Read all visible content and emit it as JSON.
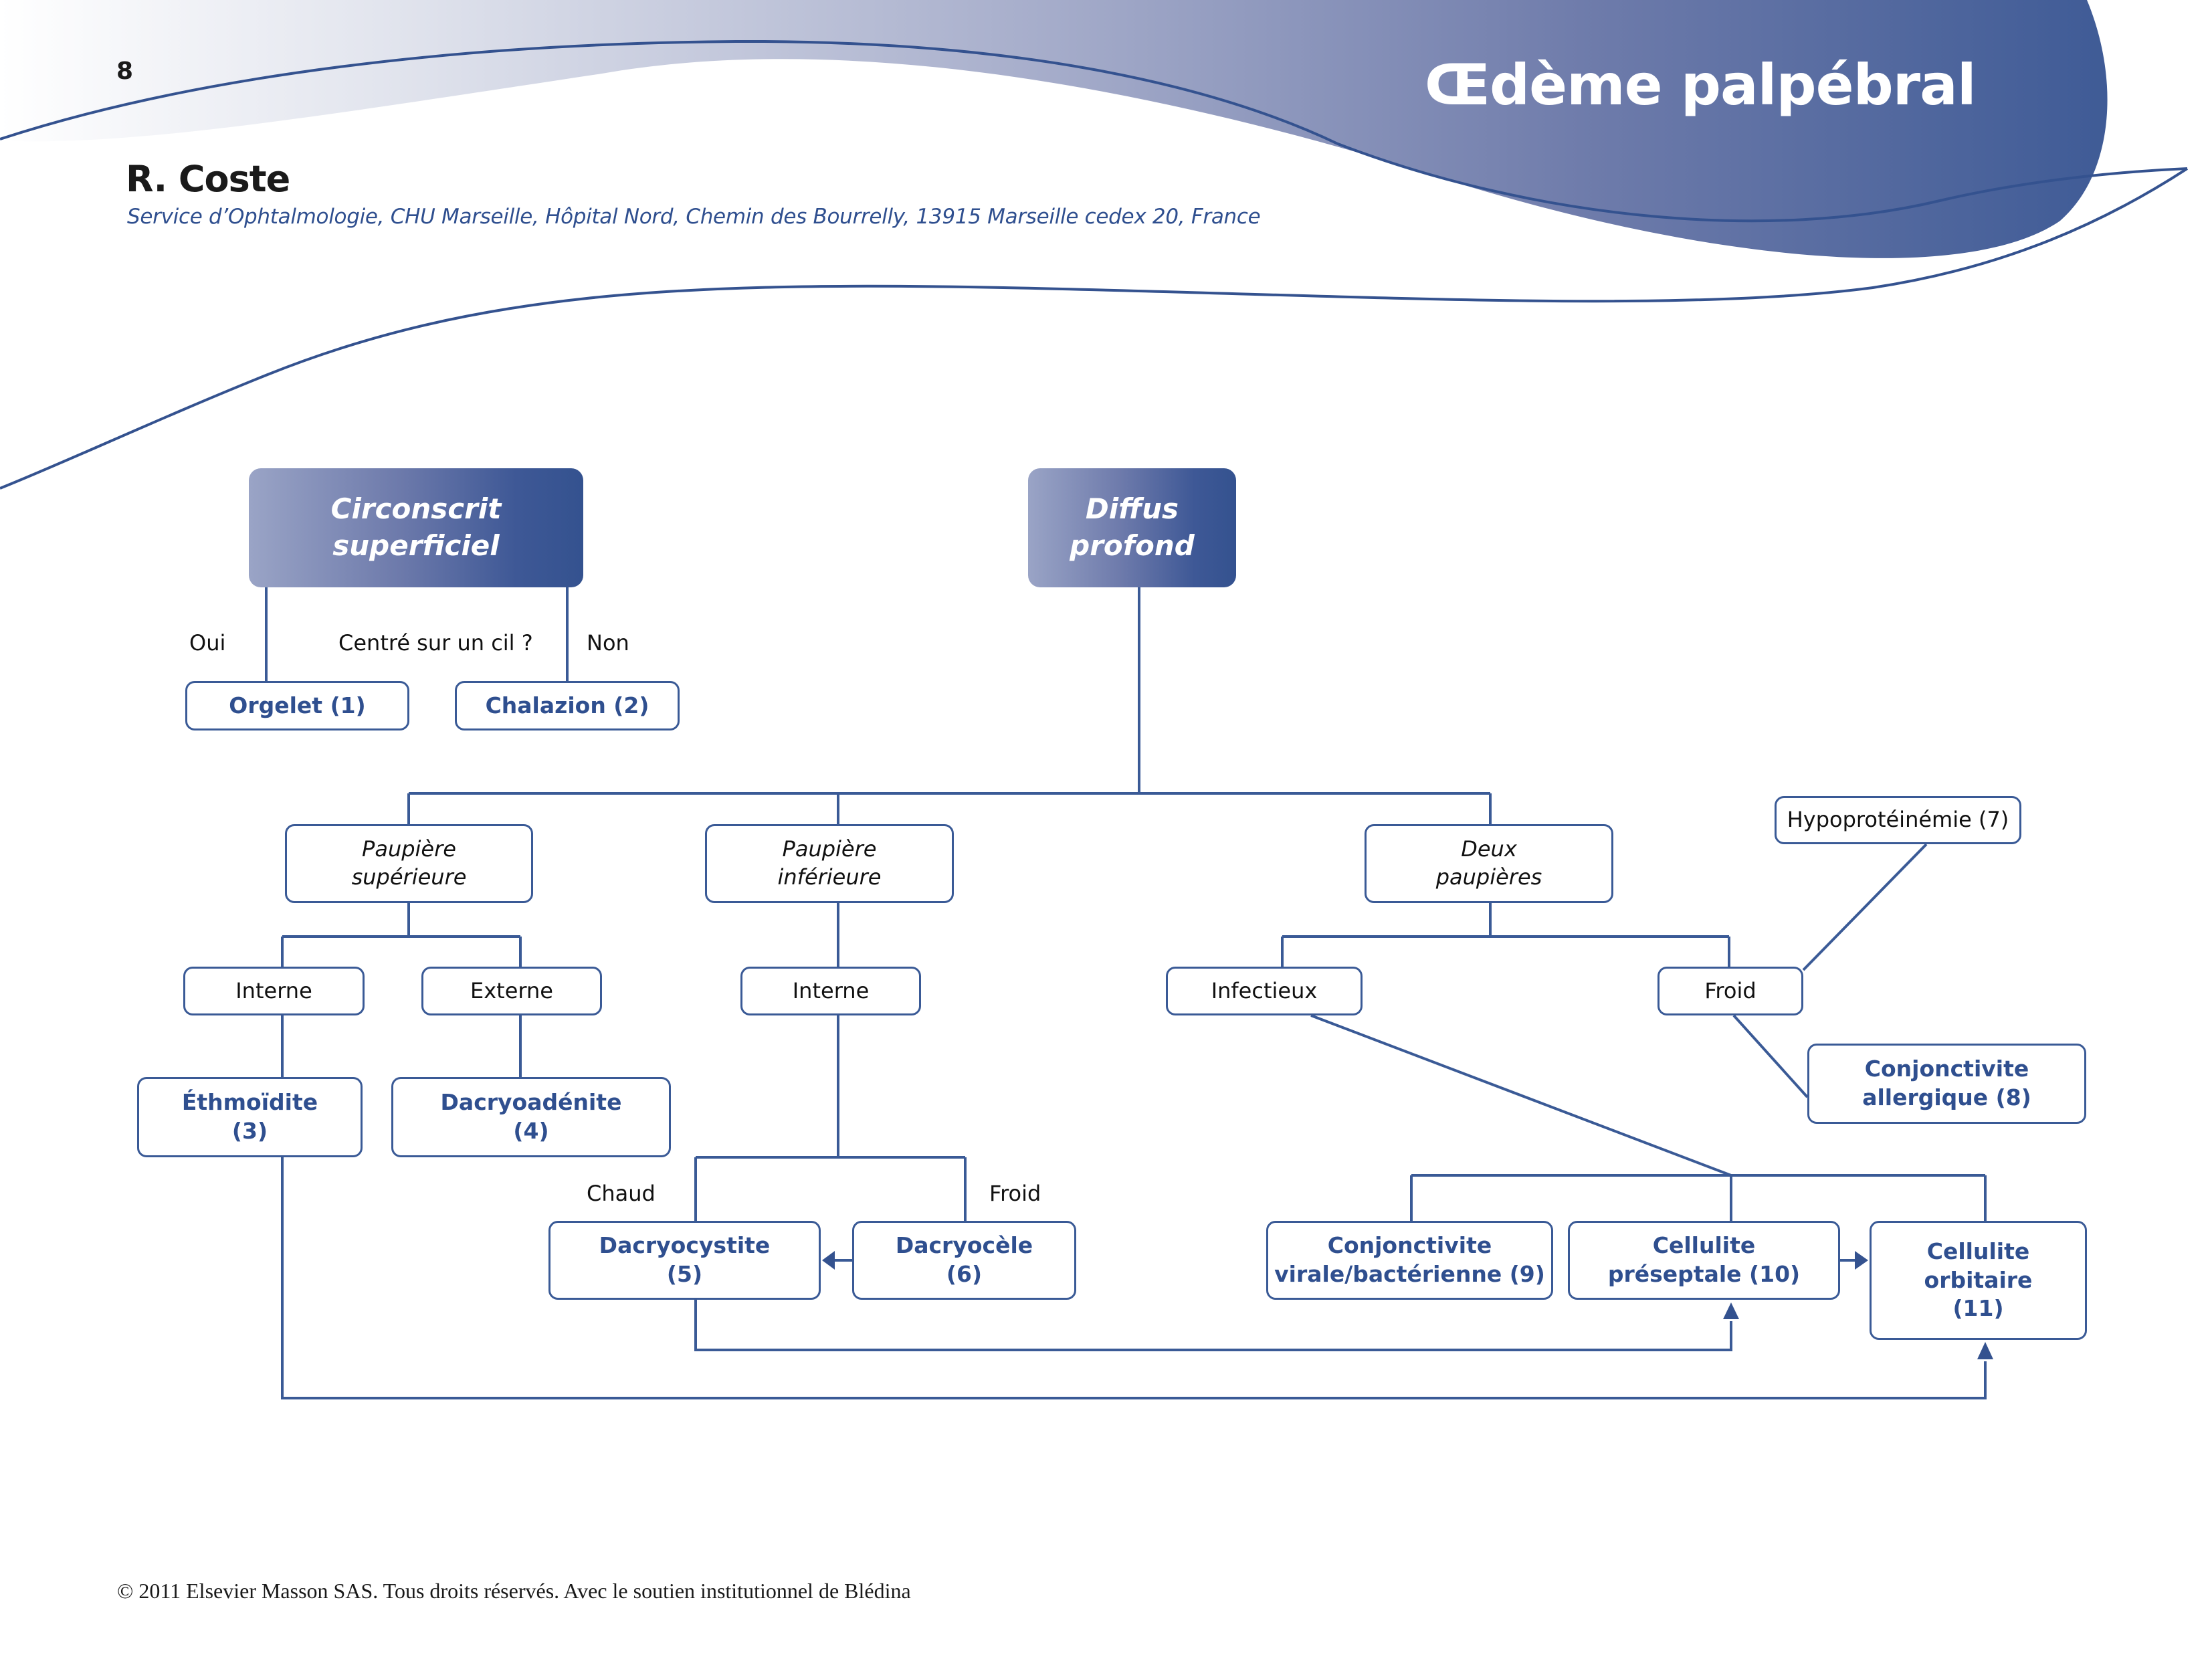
{
  "header": {
    "page_number": "8",
    "title": "Œdème palpébral",
    "author": "R. Coste",
    "affiliation": "Service d’Ophtalmologie, CHU Marseille, Hôpital Nord, Chemin des Bourrelly, 13915 Marseille cedex 20, France"
  },
  "colors": {
    "accent": "#34528f",
    "line": "#3a5a96",
    "diagnosis_text": "#2f4f8f",
    "gradient_light": "#9aa4c6"
  },
  "diagram": {
    "roots": {
      "circonscrit": "Circonscrit\nsuperficiel",
      "diffus": "Diffus\nprofond"
    },
    "question": "Centré sur un cil ?",
    "answer_yes": "Oui",
    "answer_no": "Non",
    "orgelet": "Orgelet (1)",
    "chalazion": "Chalazion (2)",
    "paupiere_sup": "Paupière\nsupérieure",
    "paupiere_inf": "Paupière\ninférieure",
    "deux_paupieres": "Deux\npaupières",
    "hypoproteinemie": "Hypoprotéinémie (7)",
    "interne_sup": "Interne",
    "externe_sup": "Externe",
    "interne_inf": "Interne",
    "infectieux": "Infectieux",
    "froid_node": "Froid",
    "ethmoidite": "Éthmoïdite\n(3)",
    "dacryoadenite": "Dacryoadénite\n(4)",
    "conj_allergique": "Conjonctivite\nallergique (8)",
    "label_chaud": "Chaud",
    "label_froid": "Froid",
    "dacryocystite": "Dacryocystite\n(5)",
    "dacryocele": "Dacryocèle\n(6)",
    "conj_virale": "Conjonctivite\nvirale/bactérienne (9)",
    "cellulite_preseptale": "Cellulite\npréseptale (10)",
    "cellulite_orbitaire": "Cellulite\norbitaire\n(11)"
  },
  "footer": {
    "copyright": "© 2011 Elsevier Masson SAS. Tous droits réservés. Avec le soutien institutionnel de Blédina"
  }
}
